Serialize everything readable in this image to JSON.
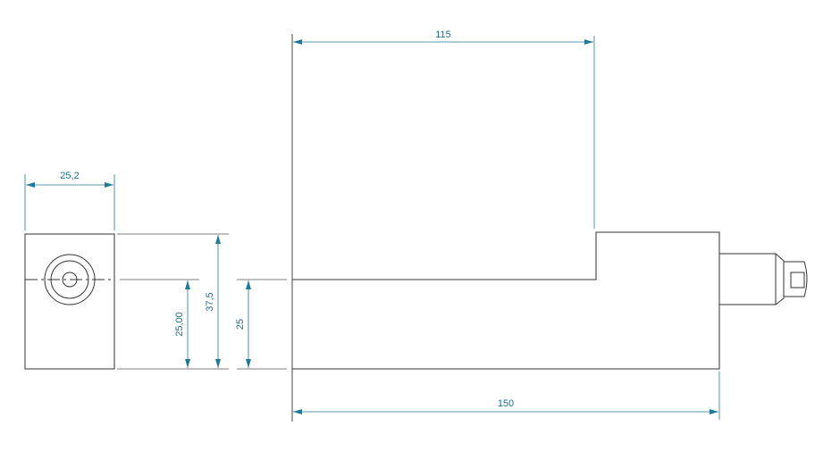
{
  "colors": {
    "outline": "#333333",
    "dimension": "#1f7a96"
  },
  "dimensions": {
    "side_width": "25,2",
    "side_center_height": "25,00",
    "side_total_height": "37,5",
    "front_center_height": "25",
    "front_top_length": "115",
    "front_total_length": "150"
  }
}
